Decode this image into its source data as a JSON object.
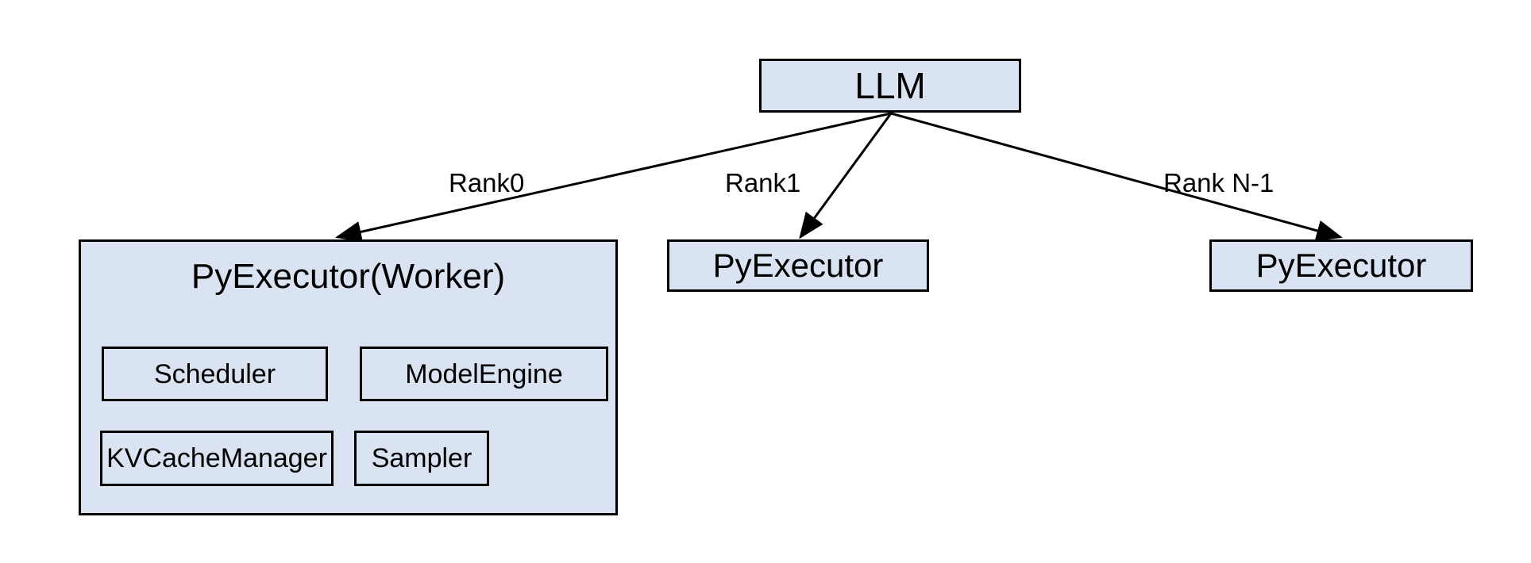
{
  "diagram": {
    "type": "architecture-block-diagram",
    "background_color": "#ffffff",
    "node_fill_color": "#dae3f2",
    "node_border_color": "#000000",
    "edge_color": "#000000",
    "root": {
      "id": "llm",
      "label": "LLM"
    },
    "edges": [
      {
        "id": "rank0",
        "label": "Rank0",
        "from": "llm",
        "to": "worker"
      },
      {
        "id": "rank1",
        "label": "Rank1",
        "from": "llm",
        "to": "pyexecutor-rank1"
      },
      {
        "id": "rankn1",
        "label": "Rank N-1",
        "from": "llm",
        "to": "pyexecutor-rankn"
      }
    ],
    "nodes": {
      "worker": {
        "label": "PyExecutor(Worker)",
        "children": [
          {
            "id": "scheduler",
            "label": "Scheduler"
          },
          {
            "id": "modelengine",
            "label": "ModelEngine"
          },
          {
            "id": "kvcachemanager",
            "label": "KVCacheManager"
          },
          {
            "id": "sampler",
            "label": "Sampler"
          }
        ]
      },
      "pyexecutor_rank1": {
        "label": "PyExecutor"
      },
      "pyexecutor_rankn": {
        "label": "PyExecutor"
      }
    }
  }
}
